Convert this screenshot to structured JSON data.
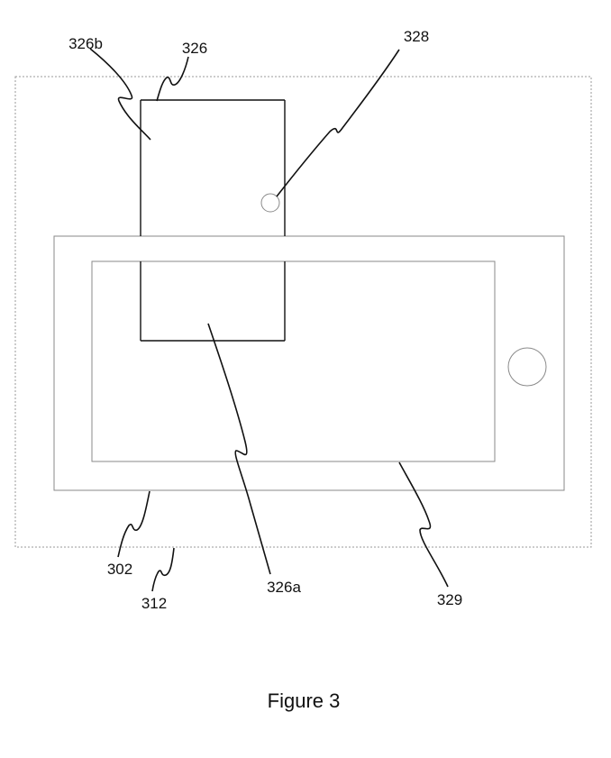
{
  "figure": {
    "caption": "Figure 3",
    "labels": {
      "l326b": "326b",
      "l326": "326",
      "l328": "328",
      "l302": "302",
      "l312": "312",
      "l326a": "326a",
      "l329": "329"
    }
  },
  "colors": {
    "line_black": "#111111",
    "line_gray": "#8a8a8a"
  }
}
